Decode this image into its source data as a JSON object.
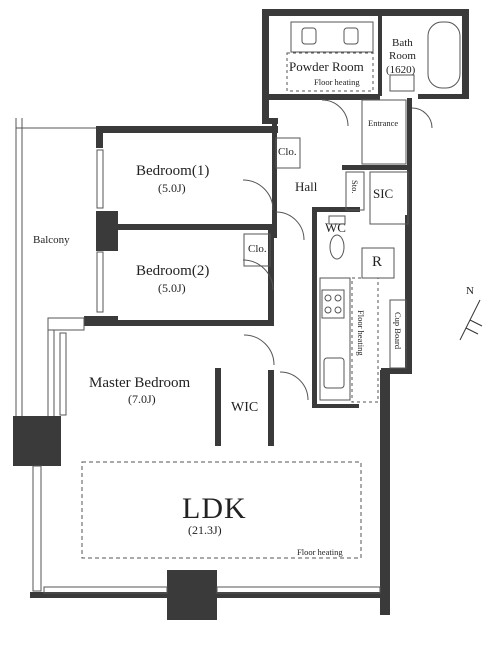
{
  "rooms": {
    "powder_room": "Powder Room",
    "floor_heating_powder": "Floor heating",
    "bath_room_line1": "Bath",
    "bath_room_line2": "Room",
    "bath_size": "(1620)",
    "entrance": "Entrance",
    "closet_1": "Clo.",
    "closet_2": "Clo.",
    "bedroom1_name": "Bedroom(1)",
    "bedroom1_area": "(5.0J)",
    "bedroom2_name": "Bedroom(2)",
    "bedroom2_area": "(5.0J)",
    "hall": "Hall",
    "storage": "Sto.",
    "sic": "SIC",
    "wc": "WC",
    "refrigerator": "R",
    "cupboard": "Cup Board",
    "floor_heating_kitchen": "Floor heating",
    "balcony": "Balcony",
    "master_bedroom_name": "Master Bedroom",
    "master_bedroom_area": "(7.0J)",
    "wic": "WIC",
    "ldk_name": "LDK",
    "ldk_area": "(21.3J)",
    "floor_heating_ldk": "Floor heating"
  },
  "compass": {
    "label": "N"
  },
  "colors": {
    "wall": "#3a3a3a",
    "line": "#555555",
    "background": "#ffffff"
  }
}
